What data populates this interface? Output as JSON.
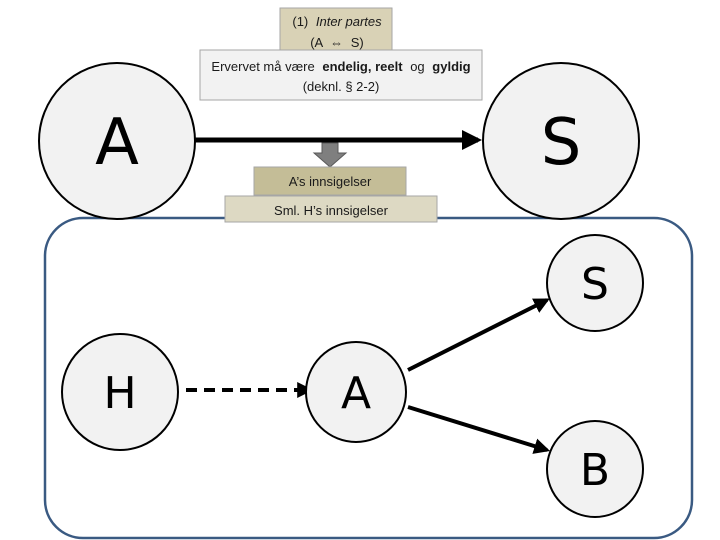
{
  "top": {
    "node_a_label": "A",
    "node_s_label": "S",
    "heading_number": "(1)",
    "heading_italic": "Inter partes",
    "heading_sub_left": "(A",
    "heading_sub_right": "S)",
    "requirement_prefix": "Ervervet må være",
    "requirement_bold": "endelig, reelt",
    "requirement_og": "og",
    "requirement_bold_2": "gyldig",
    "requirement_ref": "(deknl. § 2-2)",
    "defense_a": "A’s innsigelser",
    "defense_h": "Sml. H’s innsigelser"
  },
  "bottom": {
    "node_h_label": "H",
    "node_a_label": "A",
    "node_s_label": "S",
    "node_b_label": "B"
  },
  "colors": {
    "node_fill": "#f2f2f2",
    "node_stroke": "#000000",
    "header_box_fill": "#f2f2f2",
    "header_box_stroke": "#a6a6a6",
    "top_label_fill": "#d9d2b6",
    "defense_a_fill": "#c4bd97",
    "defense_h_fill": "#ddd9c3",
    "gray_arrow_fill": "#7f7f7f",
    "frame_stroke": "#3a5a82"
  }
}
